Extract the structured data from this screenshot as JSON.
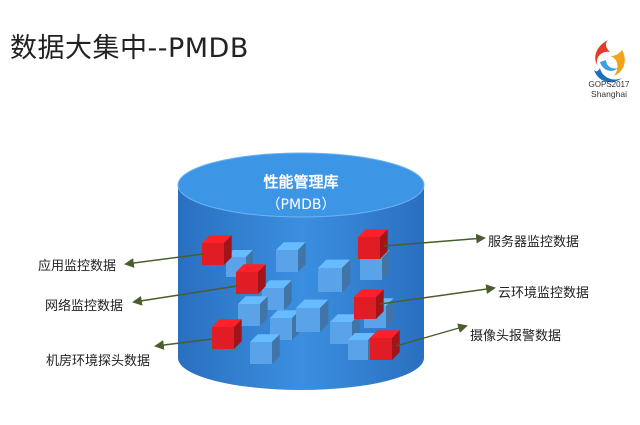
{
  "slide": {
    "title": "数据大集中--PMDB"
  },
  "logo": {
    "line1": "GOPS2017",
    "line2": "Shanghai"
  },
  "database": {
    "title": "性能管理库",
    "subtitle": "（PMDB）"
  },
  "sources_left": [
    "应用监控数据",
    "网络监控数据",
    "机房环境探头数据"
  ],
  "sources_right": [
    "服务器监控数据",
    "云环境监控数据",
    "摄像头报警数据"
  ],
  "colors": {
    "cylinder_body": "#2f80d4",
    "cylinder_top": "#3d95e6",
    "cube_blue": "#5aa3e8",
    "cube_red": "#e01c24",
    "arrow": "#4a5d2c"
  }
}
